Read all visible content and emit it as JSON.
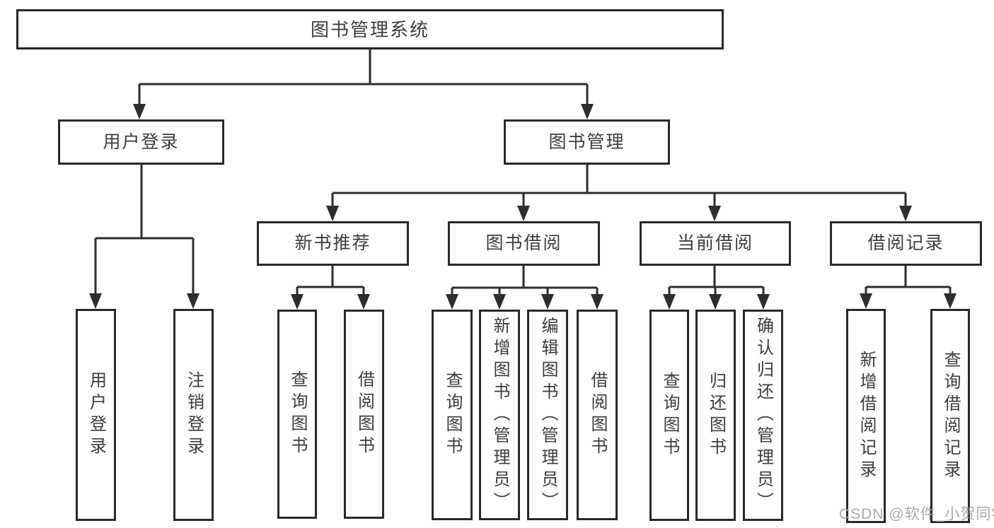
{
  "colors": {
    "background": "#ffffff",
    "line": "#2e2e2e",
    "box_border": "#292929",
    "text": "#3d3d3d",
    "watermark": "#a3a3a3"
  },
  "watermark": {
    "text": "CSDN @软件_小贺同学"
  },
  "tree": {
    "root": {
      "label": "图书管理系统",
      "children": [
        {
          "label": "用户登录",
          "children": [
            {
              "label": "用户登录"
            },
            {
              "label": "注销登录"
            }
          ]
        },
        {
          "label": "图书管理",
          "children": [
            {
              "label": "新书推荐",
              "children": [
                {
                  "label": "查询图书"
                },
                {
                  "label": "借阅图书"
                }
              ]
            },
            {
              "label": "图书借阅",
              "children": [
                {
                  "label": "查询图书"
                },
                {
                  "label": "新增图书（管理员）"
                },
                {
                  "label": "编辑图书（管理员）"
                },
                {
                  "label": "借阅图书"
                }
              ]
            },
            {
              "label": "当前借阅",
              "children": [
                {
                  "label": "查询图书"
                },
                {
                  "label": "归还图书"
                },
                {
                  "label": "确认归还（管理员）"
                }
              ]
            },
            {
              "label": "借阅记录",
              "children": [
                {
                  "label": "新增借阅记录"
                },
                {
                  "label": "查询借阅记录"
                }
              ]
            }
          ]
        }
      ]
    }
  }
}
